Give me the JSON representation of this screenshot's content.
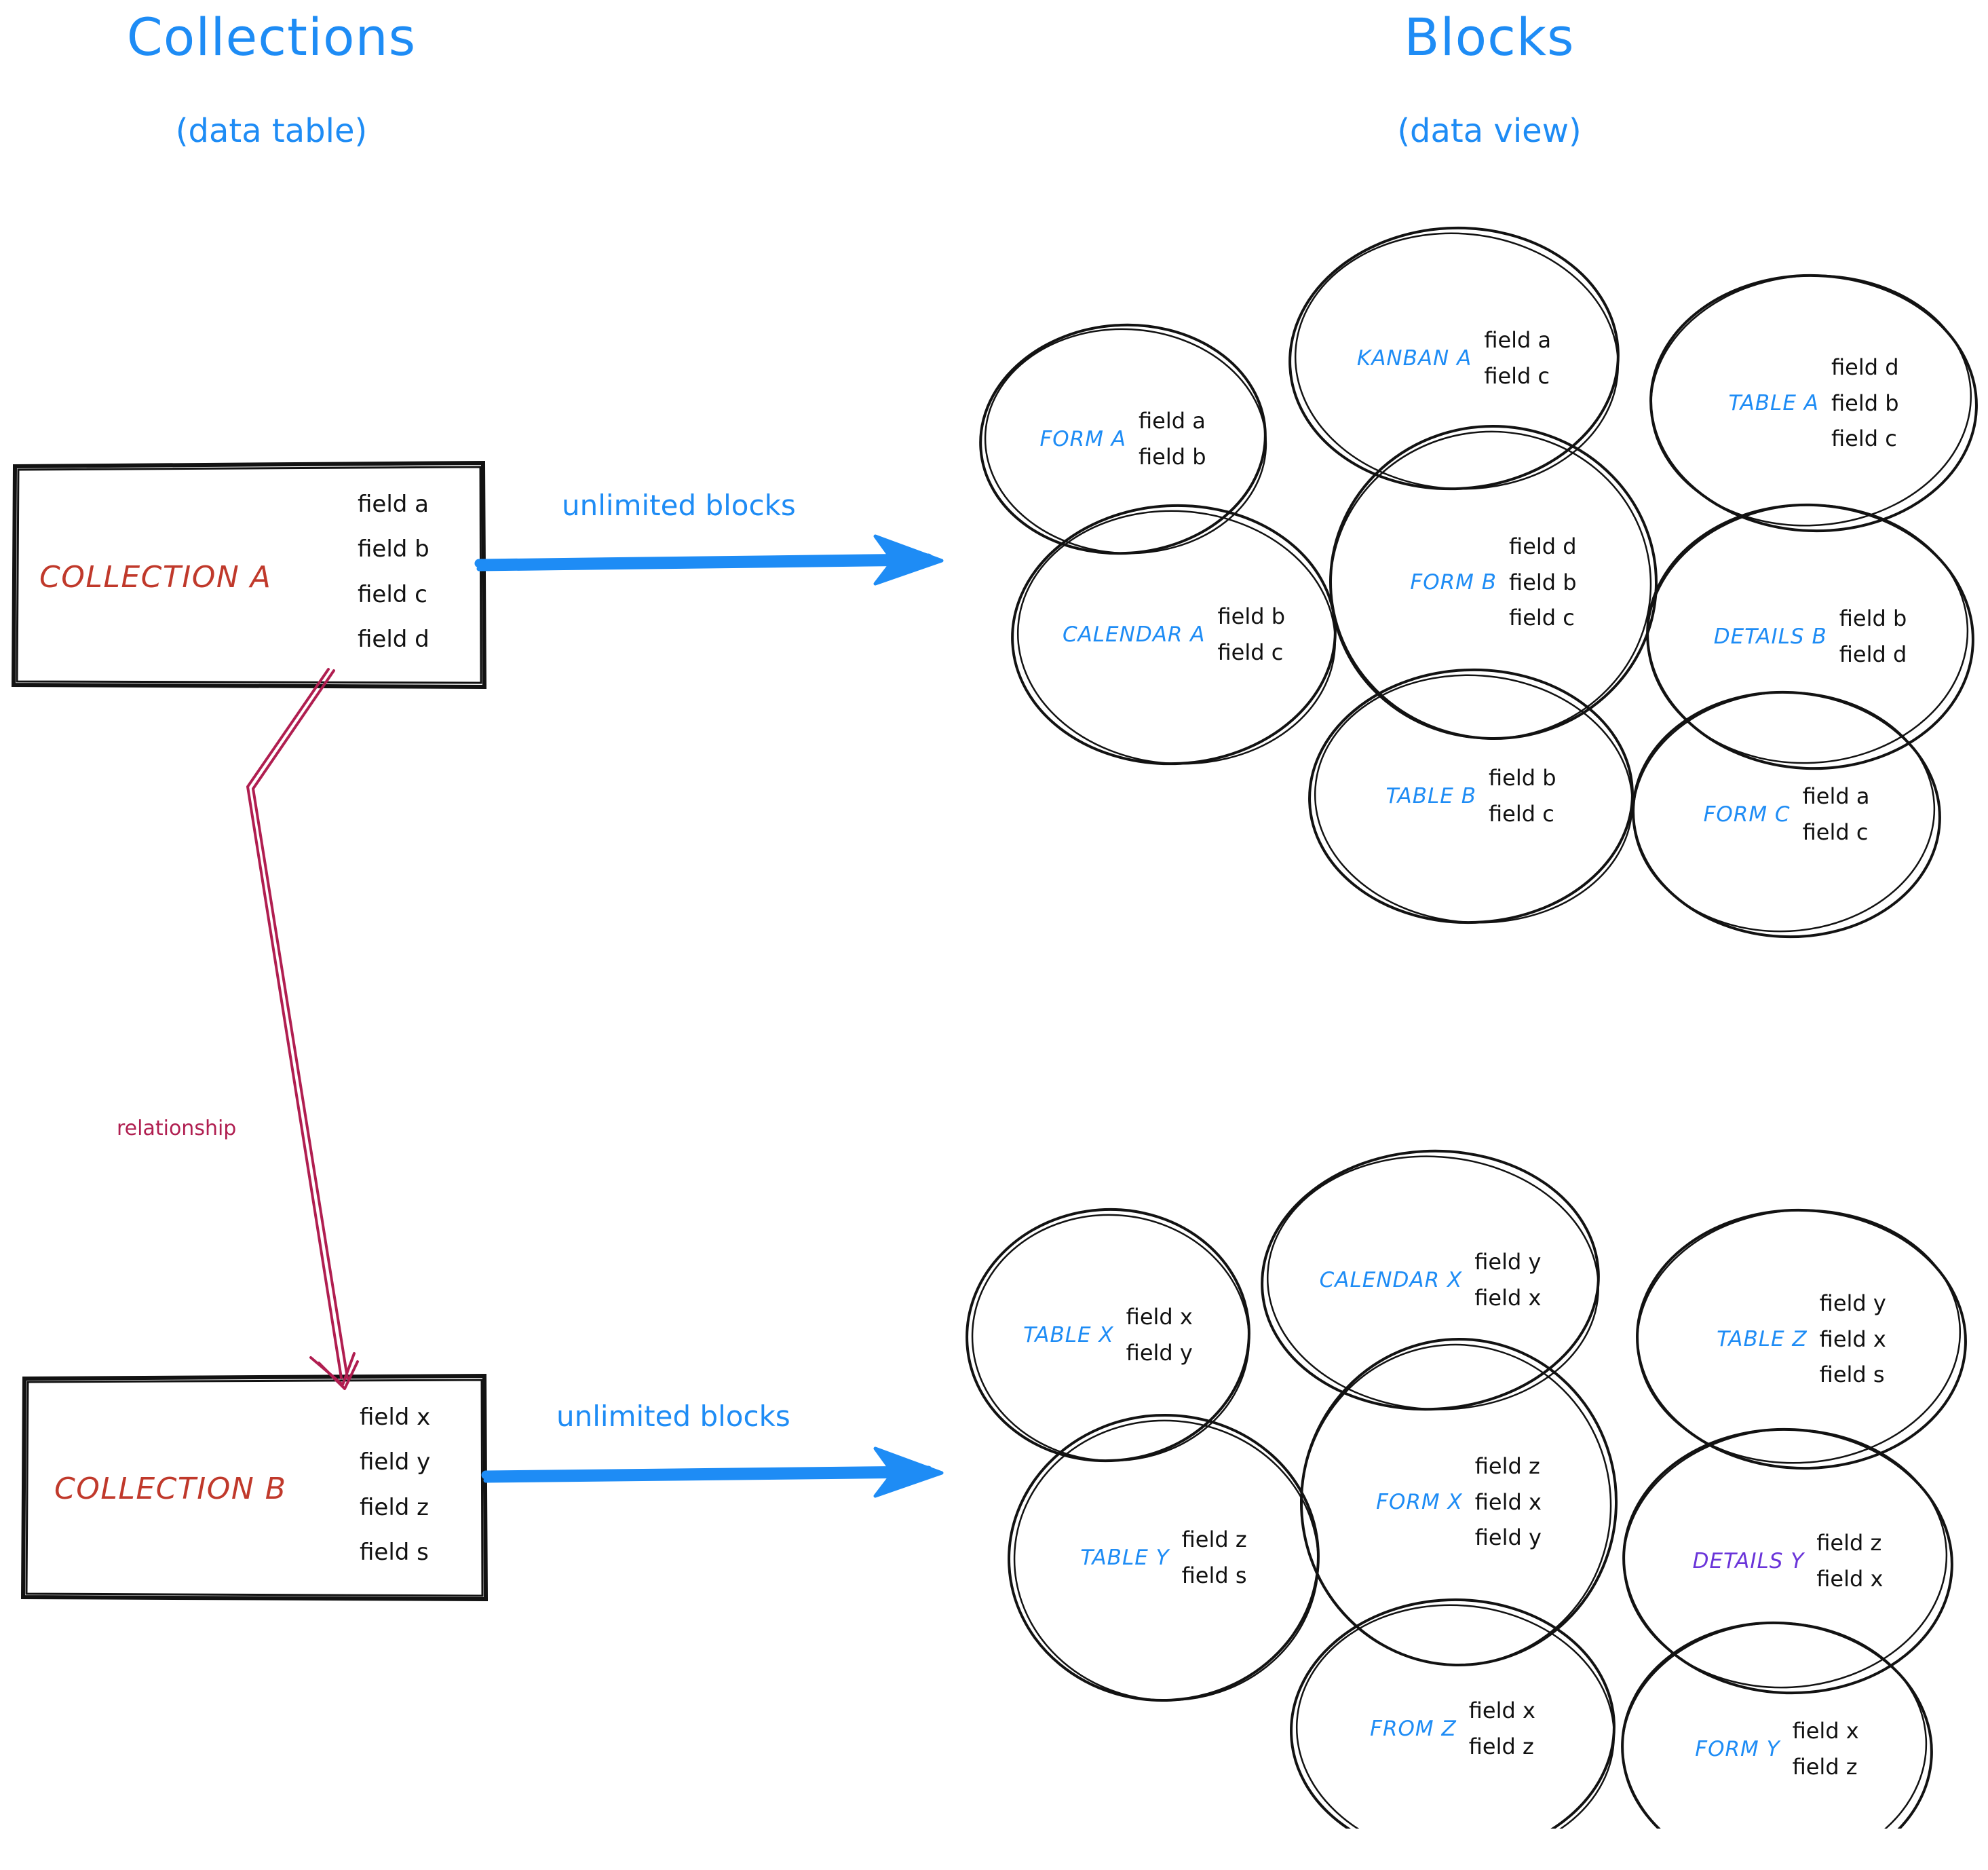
{
  "headings": {
    "left": {
      "title": "Collections",
      "subtitle": "(data table)"
    },
    "right": {
      "title": "Blocks",
      "subtitle": "(data view)"
    }
  },
  "colors": {
    "accent_blue": "#1e8cf5",
    "collection_red": "#c0392b",
    "relationship_crimson": "#b01e50",
    "details_purple": "#6a34d9",
    "ink_black": "#121212"
  },
  "collections": [
    {
      "name": "COLLECTION A",
      "fields": [
        "field a",
        "field b",
        "field c",
        "field d"
      ],
      "arrow_label": "unlimited blocks"
    },
    {
      "name": "COLLECTION B",
      "fields": [
        "field x",
        "field y",
        "field z",
        "field s"
      ],
      "arrow_label": "unlimited blocks"
    }
  ],
  "relationship": {
    "label": "relationship"
  },
  "block_groups": [
    {
      "group": "A",
      "blocks": [
        {
          "label": "FORM A",
          "fields": [
            "field a",
            "field b"
          ],
          "color": "blue"
        },
        {
          "label": "KANBAN A",
          "fields": [
            "field a",
            "field c"
          ],
          "color": "blue"
        },
        {
          "label": "TABLE A",
          "fields": [
            "field d",
            "field b",
            "field c"
          ],
          "color": "blue"
        },
        {
          "label": "CALENDAR A",
          "fields": [
            "field b",
            "field c"
          ],
          "color": "blue"
        },
        {
          "label": "FORM B",
          "fields": [
            "field d",
            "field b",
            "field c"
          ],
          "color": "blue"
        },
        {
          "label": "DETAILS B",
          "fields": [
            "field b",
            "field d"
          ],
          "color": "blue"
        },
        {
          "label": "TABLE B",
          "fields": [
            "field b",
            "field c"
          ],
          "color": "blue"
        },
        {
          "label": "FORM C",
          "fields": [
            "field a",
            "field c"
          ],
          "color": "blue"
        }
      ]
    },
    {
      "group": "B",
      "blocks": [
        {
          "label": "TABLE X",
          "fields": [
            "field x",
            "field y"
          ],
          "color": "blue"
        },
        {
          "label": "CALENDAR X",
          "fields": [
            "field y",
            "field x"
          ],
          "color": "blue"
        },
        {
          "label": "TABLE Z",
          "fields": [
            "field y",
            "field x",
            "field s"
          ],
          "color": "blue"
        },
        {
          "label": "TABLE Y",
          "fields": [
            "field z",
            "field s"
          ],
          "color": "blue"
        },
        {
          "label": "FORM X",
          "fields": [
            "field z",
            "field x",
            "field y"
          ],
          "color": "blue"
        },
        {
          "label": "DETAILS Y",
          "fields": [
            "field z",
            "field x"
          ],
          "color": "purple"
        },
        {
          "label": "FROM Z",
          "fields": [
            "field x",
            "field z"
          ],
          "color": "blue"
        },
        {
          "label": "FORM Y",
          "fields": [
            "field x",
            "field z"
          ],
          "color": "blue"
        }
      ]
    }
  ]
}
